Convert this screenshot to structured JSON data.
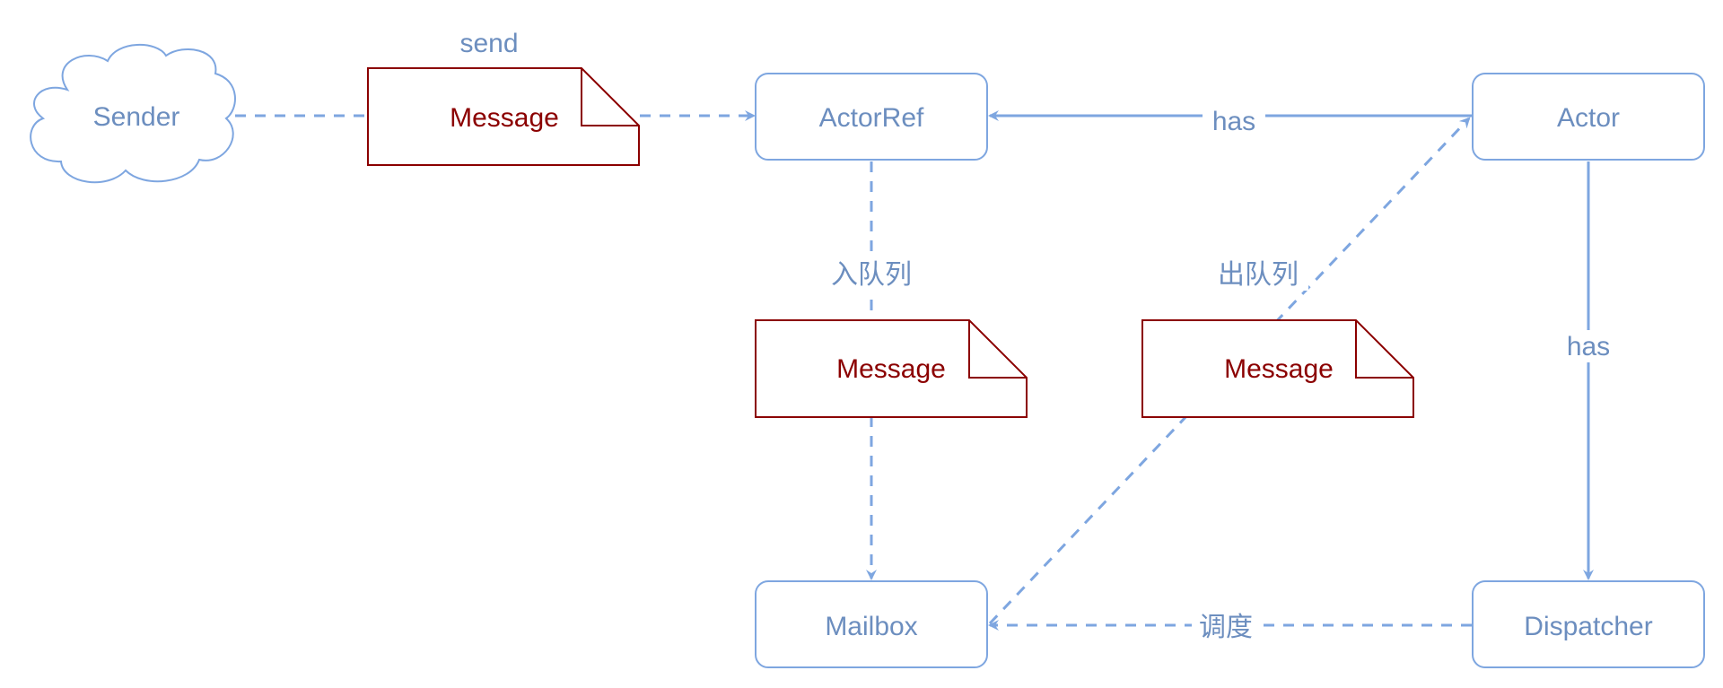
{
  "colors": {
    "edge": "#7ea6e0",
    "node_text": "#6c8ebf",
    "message": "#8b0000",
    "background": "#ffffff"
  },
  "nodes": {
    "sender": "Sender",
    "actor_ref": "ActorRef",
    "actor": "Actor",
    "mailbox": "Mailbox",
    "dispatcher": "Dispatcher"
  },
  "messages": {
    "send_message": "Message",
    "enqueue_message": "Message",
    "dequeue_message": "Message"
  },
  "edges": {
    "send": "send",
    "actor_has_ref": "has",
    "enqueue": "入队列",
    "dequeue": "出队列",
    "actor_has_dispatcher": "has",
    "schedule": "调度"
  }
}
